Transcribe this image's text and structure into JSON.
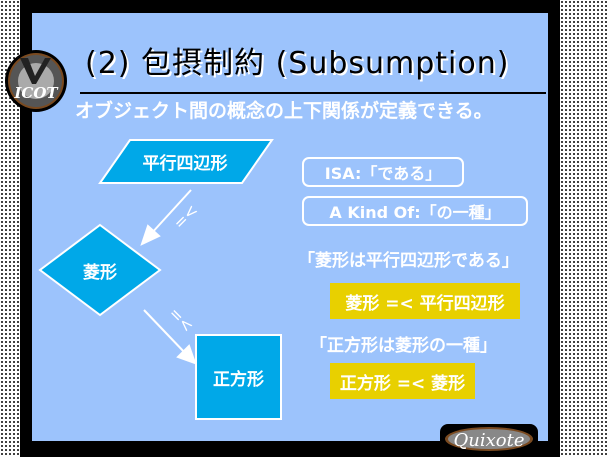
{
  "logos": {
    "icot": "ICOT",
    "quixote": "Quixote"
  },
  "title": "(2) 包摂制約 (Subsumption)",
  "subtitle": "オブジェクト間の概念の上下関係が定義できる。",
  "diagram": {
    "parallelogram": "平行四辺形",
    "diamond": "菱形",
    "square": "正方形",
    "relation_symbol": "=<"
  },
  "notes": {
    "isa": "ISA:「である」",
    "akindof": "A Kind Of:「の一種」",
    "statement1": "「菱形は平行四辺形である」",
    "formula1": "菱形 =< 平行四辺形",
    "statement2": "「正方形は菱形の一種」",
    "formula2": "正方形 =< 菱形"
  },
  "colors": {
    "panel": "#9cc3fc",
    "shape": "#00a8e8",
    "highlight": "#e8d000"
  }
}
